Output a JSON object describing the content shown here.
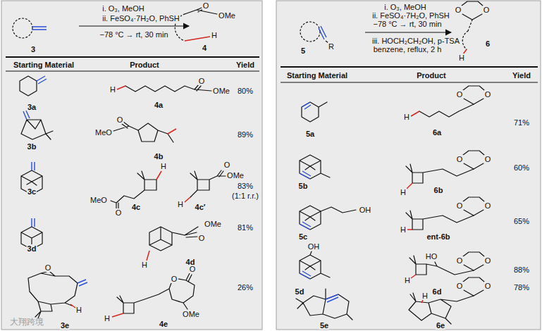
{
  "diagram": {
    "labels": [
      "3",
      "i. O₃, MeOH",
      "ii. FeSO₄·7H₂O, PhSH",
      "−78 °C → rt, 30 min",
      "O",
      "OMe",
      "H",
      "4",
      "Starting Material",
      "Product",
      "Yield",
      "H",
      "O",
      "OMe",
      "80%",
      "3a",
      "4a",
      "O",
      "MeO",
      "89%",
      "3b",
      "4b",
      "H",
      "O",
      "OMe",
      "83%",
      "(1:1 r.r.)",
      "3c",
      "MeO",
      "H",
      "4c",
      "O",
      "4c′",
      "OMe",
      "81%",
      "O",
      "3d",
      "4d",
      "H",
      "O",
      "O",
      "O",
      "26%",
      "H",
      "OMe",
      "H",
      "大翔跨境",
      "3e",
      "4e",
      "O",
      "O",
      "i. O₃, MeOH",
      "ii. FeSO₄·7H₂O, PhSH",
      "−78 °C → rt, 30 min",
      "6",
      "iii. HOCH₂CH₂OH, p-TSA",
      "R",
      "5",
      "benzene, reflux, 2 h",
      "H",
      "Starting Material",
      "Product",
      "Yield",
      "O",
      "O",
      "H",
      "71%",
      "6a",
      "5a",
      "O",
      "O",
      "60%",
      "5b",
      "6b",
      "H",
      "O",
      "O",
      "OH",
      "65%",
      "H",
      "5c",
      "ent-6b",
      "OH",
      "HO",
      "O",
      "O",
      "88%",
      "H",
      "O",
      "O",
      "78%",
      "5d",
      "6d",
      "H",
      "5e",
      "6e"
    ]
  }
}
